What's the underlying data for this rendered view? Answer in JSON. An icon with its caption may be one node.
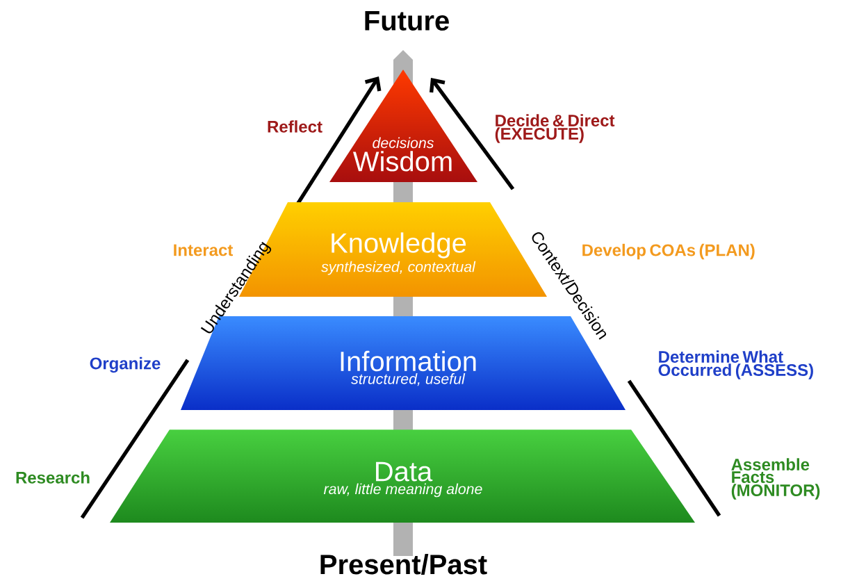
{
  "diagram": {
    "nodes": [
      {
        "text": [
          "decisions",
          "Wisdom"
        ]
      },
      {
        "text": [
          "Knowledge",
          "synthesized, contextual"
        ]
      },
      {
        "text": [
          "Information",
          "structured, useful"
        ]
      },
      {
        "text": [
          "Data",
          "raw, little meaning alone"
        ]
      }
    ],
    "labels": [
      "Future",
      "Reflect",
      "Decide & Direct (EXECUTE)",
      "Interact",
      "Understanding",
      "Context/Decision",
      "Develop COAs (PLAN)",
      "Organize",
      "Determine What Occurred (ASSESS)",
      "Research",
      "Assemble Facts (MONITOR)",
      "Present/Past"
    ]
  }
}
